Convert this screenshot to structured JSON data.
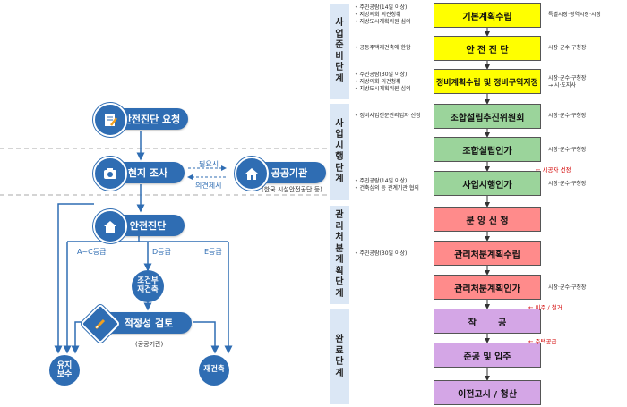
{
  "left": {
    "request_label": "안전진단 요청",
    "survey_label": "현지 조사",
    "agency_label": "공공기관",
    "agency_sub": "(한국 시설안전공단 등)",
    "request_arrow": "필요시",
    "opinion_arrow": "의견제시",
    "diagnosis_label": "안전진단",
    "grade_ac": "A~C등급",
    "grade_d": "D등급",
    "grade_e": "E등급",
    "conditional": "조건부\n재건축",
    "review_label": "적정성 검토",
    "review_sub": "(공공기관)",
    "maintain": "유지\n보수",
    "rebuild": "재건축"
  },
  "phases": [
    {
      "text": "사업준비단계"
    },
    {
      "text": "사업시행단계"
    },
    {
      "text": "관리처분계획단계"
    },
    {
      "text": "완료단계"
    }
  ],
  "steps": [
    {
      "label": "기본계획수립",
      "notes": [
        "주민공람(14일 이상)",
        "지방의회 의견청취",
        "지방도시계획위원 심의"
      ],
      "auth": [
        "특별시장·광역시장·시장"
      ]
    },
    {
      "label": "안 전 진 단",
      "notes": [
        "공동주택재건축에 한함"
      ],
      "auth": [
        "시장·군수·구청장"
      ]
    },
    {
      "label": "정비계획수립 및 정비구역지정",
      "notes": [
        "주민공람(30일 이상)",
        "지방의회 의견청취",
        "지방도시계획위원 심의"
      ],
      "auth": [
        "시장·군수·구청장",
        "→ 시·도지사"
      ]
    },
    {
      "label": "조합설립추진위원회",
      "notes": [
        "정비사업전문관리업자 선정"
      ],
      "auth": [
        "시장·군수·구청장"
      ]
    },
    {
      "label": "조합설립인가",
      "notes": [],
      "auth": [
        "시장·군수·구청장"
      ]
    },
    {
      "label": "사업시행인가",
      "notes": [
        "주민공람(14일 이상)",
        "건축심의 등 관계기관 협의"
      ],
      "auth": [
        "시장·군수·구청장"
      ]
    },
    {
      "label": "분 양 신 청",
      "notes": [],
      "auth": []
    },
    {
      "label": "관리처분계획수립",
      "notes": [
        "주민공람(30일 이상)"
      ],
      "auth": []
    },
    {
      "label": "관리처분계획인가",
      "notes": [],
      "auth": [
        "시장·군수·구청장"
      ]
    },
    {
      "label": "착       공",
      "notes": [],
      "auth": []
    },
    {
      "label": "준공 및 입주",
      "notes": [],
      "auth": []
    },
    {
      "label": "이전고시 / 청산",
      "notes": [],
      "auth": []
    }
  ],
  "red_notes": {
    "contractor": "← 시공자 선정",
    "relocation": "← 이주 / 철거",
    "housing": "← 주택공급"
  },
  "colors": {
    "blue": "#2f6db3",
    "yellow": "#ffff00",
    "green": "#9bd49b",
    "red": "#ff8b8b",
    "purple": "#d4a6e6"
  }
}
